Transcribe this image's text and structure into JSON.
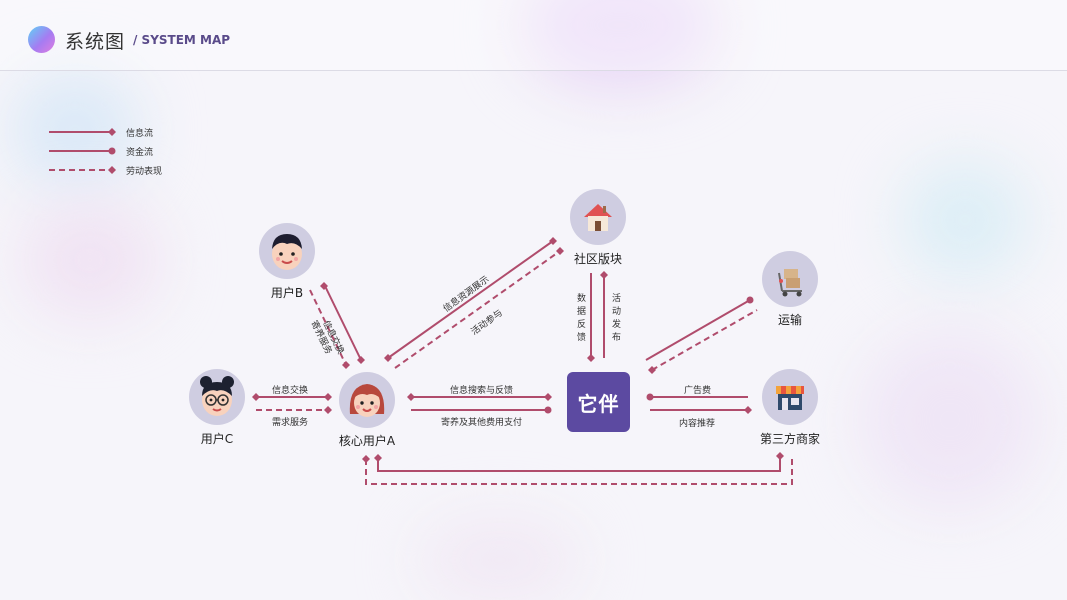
{
  "header": {
    "title": "系统图",
    "subtitle": "/ SYSTEM MAP"
  },
  "colors": {
    "flow": "#b04c6c",
    "avatar_bg": "#cfcde1",
    "brand_bg": "#5c4aa1"
  },
  "legend": [
    {
      "label": "信息流",
      "style": "solid",
      "end": "diamond"
    },
    {
      "label": "资金流",
      "style": "solid",
      "end": "circle"
    },
    {
      "label": "劳动表现",
      "style": "dashed",
      "end": "diamond"
    }
  ],
  "nodes": {
    "user_b": {
      "label": "用户B",
      "icon": "boy-face-icon"
    },
    "user_c": {
      "label": "用户C",
      "icon": "girl-glasses-face-icon"
    },
    "core_user": {
      "label": "核心用户A",
      "icon": "girl-face-icon"
    },
    "community": {
      "label": "社区版块",
      "icon": "house-icon"
    },
    "platform": {
      "label": "它伴",
      "icon": "brand-logo"
    },
    "transport": {
      "label": "运输",
      "icon": "delivery-cart-icon"
    },
    "merchant": {
      "label": "第三方商家",
      "icon": "storefront-icon"
    }
  },
  "edges": {
    "b_info_exchange": "信息交换",
    "b_foster_service": "寄养服务",
    "c_info_exchange": "信息交换",
    "c_demand_service": "需求服务",
    "a_info_display": "信息资源展示",
    "a_activity": "活动参与",
    "a_search_feedback": "信息搜索与反馈",
    "a_foster_payment": "寄养及其他费用支付",
    "data_feedback": "数据反馈",
    "activity_publish": "活动发布",
    "ad_fee": "广告费",
    "content_recommend": "内容推荐"
  }
}
